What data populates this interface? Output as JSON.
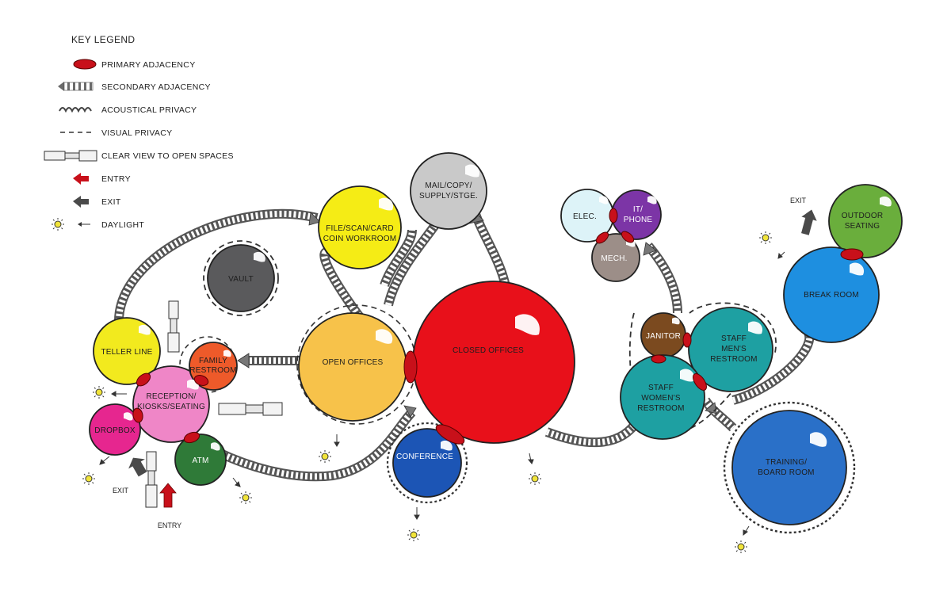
{
  "legend": {
    "title": "KEY LEGEND",
    "items": [
      {
        "label": "PRIMARY ADJACENCY",
        "icon": "primary-adjacency-icon"
      },
      {
        "label": "SECONDARY ADJACENCY",
        "icon": "secondary-adjacency-icon"
      },
      {
        "label": "ACOUSTICAL PRIVACY",
        "icon": "acoustical-privacy-icon"
      },
      {
        "label": "VISUAL PRIVACY",
        "icon": "visual-privacy-icon"
      },
      {
        "label": "CLEAR VIEW TO OPEN SPACES",
        "icon": "clear-view-icon"
      },
      {
        "label": "ENTRY",
        "icon": "entry-arrow-icon"
      },
      {
        "label": "EXIT",
        "icon": "exit-arrow-icon"
      },
      {
        "label": "DAYLIGHT",
        "icon": "daylight-icon"
      }
    ]
  },
  "spaces": {
    "teller_line": {
      "label": "TELLER LINE",
      "color": "#f2ea1e"
    },
    "reception_l1": "RECEPTION/",
    "reception_l2": "KIOSKS/SEATING",
    "reception_color": "#ef86c7",
    "dropbox": {
      "label": "DROPBOX",
      "color": "#e6268f"
    },
    "atm": {
      "label": "ATM",
      "color": "#2f7a38"
    },
    "family_l1": "FAMILY",
    "family_l2": "RESTROOM",
    "family_color": "#ee5a2a",
    "vault": {
      "label": "VAULT",
      "color": "#5a5a5c"
    },
    "file_l1": "FILE/SCAN/CARD",
    "file_l2": "COIN WORKROOM",
    "file_color": "#f5ec15",
    "mail_l1": "MAIL/COPY/",
    "mail_l2": "SUPPLY/STGE.",
    "mail_color": "#c9c9c9",
    "open_offices": {
      "label": "OPEN OFFICES",
      "color": "#f7c24a"
    },
    "closed_offices": {
      "label": "CLOSED OFFICES",
      "color": "#e8101a"
    },
    "conference": {
      "label": "CONFERENCE",
      "color": "#1c55b5"
    },
    "elec": {
      "label": "ELEC.",
      "color": "#ddf3f8"
    },
    "it_l1": "IT/",
    "it_l2": "PHONE",
    "it_color": "#7c35a6",
    "mech": {
      "label": "MECH.",
      "color": "#9c8e88"
    },
    "janitor": {
      "label": "JANITOR",
      "color": "#7b4a1f"
    },
    "men_l1": "STAFF",
    "men_l2": "MEN'S",
    "men_l3": "RESTROOM",
    "men_color": "#1ea0a2",
    "women_l1": "STAFF",
    "women_l2": "WOMEN'S",
    "women_l3": "RESTROOM",
    "women_color": "#1ea0a2",
    "outdoor_l1": "OUTDOOR",
    "outdoor_l2": "SEATING",
    "outdoor_color": "#6aae3c",
    "break_room": {
      "label": "BREAK ROOM",
      "color": "#1e8fe0"
    },
    "training_l1": "TRAINING/",
    "training_l2": "BOARD ROOM",
    "training_color": "#2a70c8"
  },
  "annotations": {
    "exit_left": "EXIT",
    "entry": "ENTRY",
    "exit_right": "EXIT"
  },
  "colors": {
    "primary_adjacency": "#c8101a",
    "entry_arrow": "#c8101a",
    "exit_arrow": "#4a4a4a",
    "outline": "#222222"
  }
}
